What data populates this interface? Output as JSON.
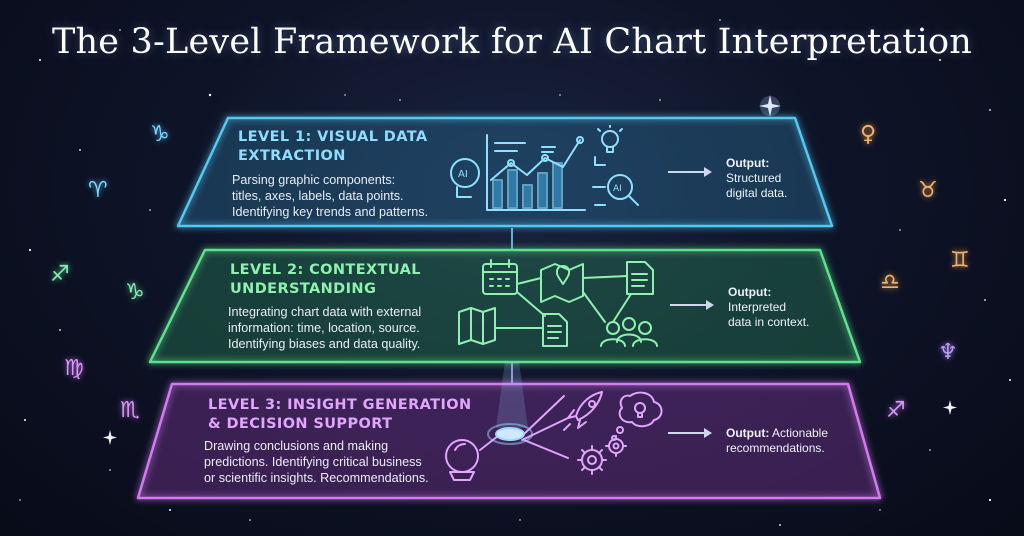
{
  "title": "The 3-Level Framework for AI Chart Interpretation",
  "levels": [
    {
      "title_line1": "LEVEL 1: VISUAL DATA",
      "title_line2": "EXTRACTION",
      "desc": [
        "Parsing graphic components:",
        "titles, axes, labels, data points.",
        "Identifying key trends and patterns."
      ],
      "output_label": "Output:",
      "output_text": [
        "Structured",
        "digital data."
      ],
      "color": "#52c8f0"
    },
    {
      "title_line1": "LEVEL 2: CONTEXTUAL",
      "title_line2": "UNDERSTANDING",
      "desc": [
        "Integrating chart data with external",
        "information: time, location, source.",
        "Identifying biases and data quality."
      ],
      "output_label": "Output:",
      "output_text": [
        "Interpreted",
        "data in context."
      ],
      "color": "#5fe08e"
    },
    {
      "title_line1": "LEVEL 3: INSIGHT GENERATION",
      "title_line2": "& DECISION SUPPORT",
      "desc": [
        "Drawing conclusions and making",
        "predictions. Identifying critical business",
        "or scientific insights. Recommendations."
      ],
      "output_label": "Output:",
      "output_text_first": "Actionable",
      "output_text": [
        "recommendations."
      ],
      "color": "#d27af0"
    }
  ],
  "icons": {
    "level1": [
      "ai-head-icon",
      "bar-chart-icon",
      "lightbulb-gear-icon",
      "ai-magnifier-icon"
    ],
    "level2": [
      "calendar-icon",
      "map-pin-icon",
      "document-icon",
      "folded-map-icon",
      "document-icon",
      "users-icon"
    ],
    "level3": [
      "crystal-ball-icon",
      "rocket-icon",
      "thought-bubble-icon",
      "gears-icon",
      "glowing-node-icon"
    ]
  },
  "zodiac": {
    "left": [
      "♑",
      "♈",
      "♐",
      "♑",
      "♍",
      "♏"
    ],
    "right": [
      "♀",
      "♉",
      "♊",
      "♎",
      "♆",
      "♐"
    ]
  }
}
